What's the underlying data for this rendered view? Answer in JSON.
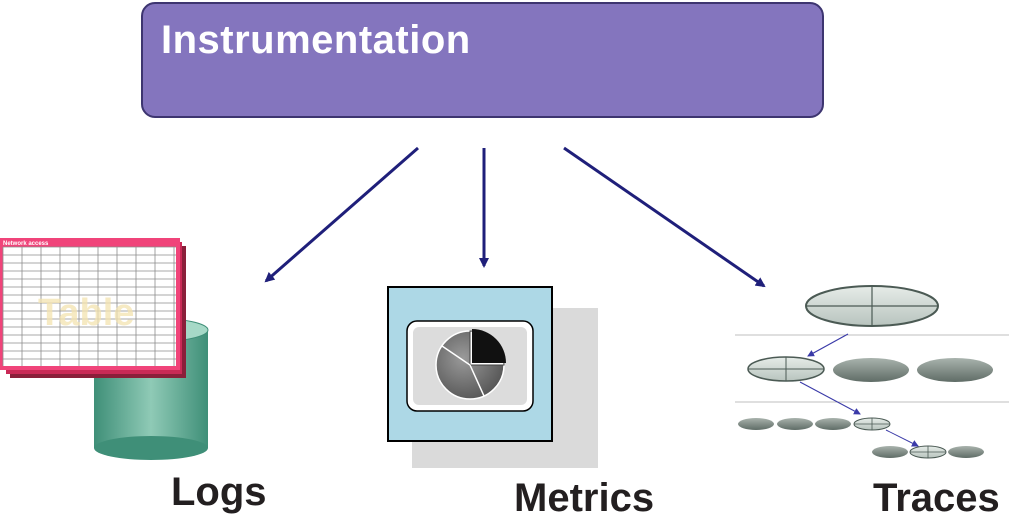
{
  "header": {
    "title": "Instrumentation"
  },
  "pillars": {
    "logs": {
      "label": "Logs",
      "table_caption": "Network access",
      "table_watermark": "Table"
    },
    "metrics": {
      "label": "Metrics"
    },
    "traces": {
      "label": "Traces"
    }
  }
}
